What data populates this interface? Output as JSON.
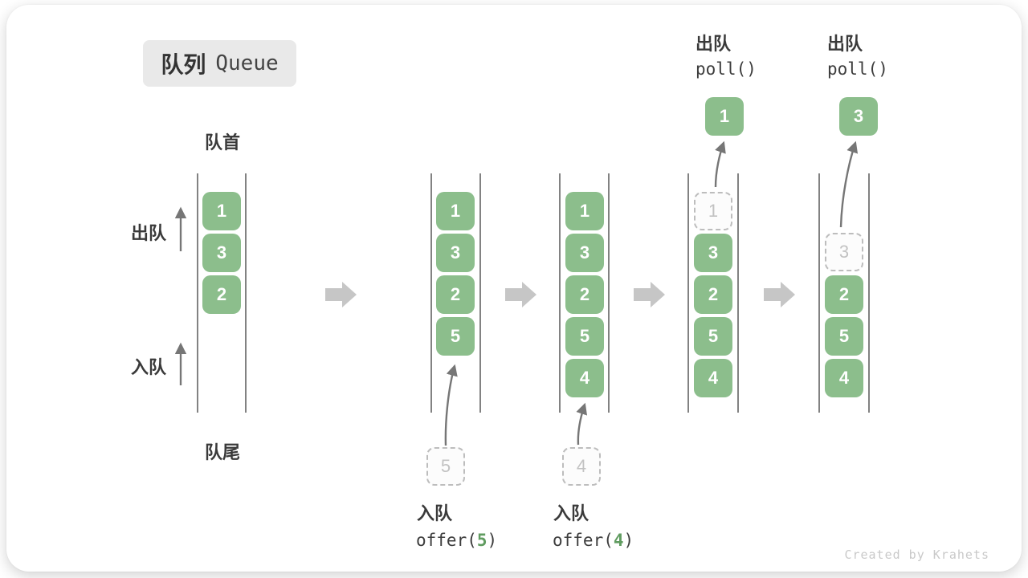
{
  "title": {
    "zh": "队列",
    "en": "Queue"
  },
  "side_labels": {
    "front": "队首",
    "rear": "队尾",
    "dequeue": "出队",
    "enqueue": "入队"
  },
  "states": [
    {
      "boxes": [
        "1",
        "3",
        "2"
      ]
    },
    {
      "boxes": [
        "1",
        "3",
        "2",
        "5"
      ],
      "incoming_value": "5",
      "action_zh": "入队",
      "code_prefix": "offer(",
      "code_arg": "5",
      "code_suffix": ")"
    },
    {
      "boxes": [
        "1",
        "3",
        "2",
        "5",
        "4"
      ],
      "incoming_value": "4",
      "action_zh": "入队",
      "code_prefix": "offer(",
      "code_arg": "4",
      "code_suffix": ")"
    },
    {
      "boxes": [
        "3",
        "2",
        "5",
        "4"
      ],
      "ghost_value": "1",
      "out_value": "1",
      "action_zh": "出队",
      "action_code": "poll()"
    },
    {
      "boxes": [
        "2",
        "5",
        "4"
      ],
      "ghost_value": "3",
      "out_value": "3",
      "action_zh": "出队",
      "action_code": "poll()"
    }
  ],
  "watermark": "Created by Krahets",
  "colors": {
    "box_green": "#8cbe8c",
    "box_text": "#ffffff",
    "ghost_border": "#bdbdbd",
    "ghost_text": "#c2c2c2",
    "line": "#4d4d4d",
    "arrow": "#767676",
    "flow_arrow": "#c6c6c6",
    "label_text": "#3a3a3a",
    "code_text": "#3c3c3c",
    "code_green": "#609c60",
    "title_bg": "#e9e9e9",
    "watermark": "#c9c9c9"
  }
}
